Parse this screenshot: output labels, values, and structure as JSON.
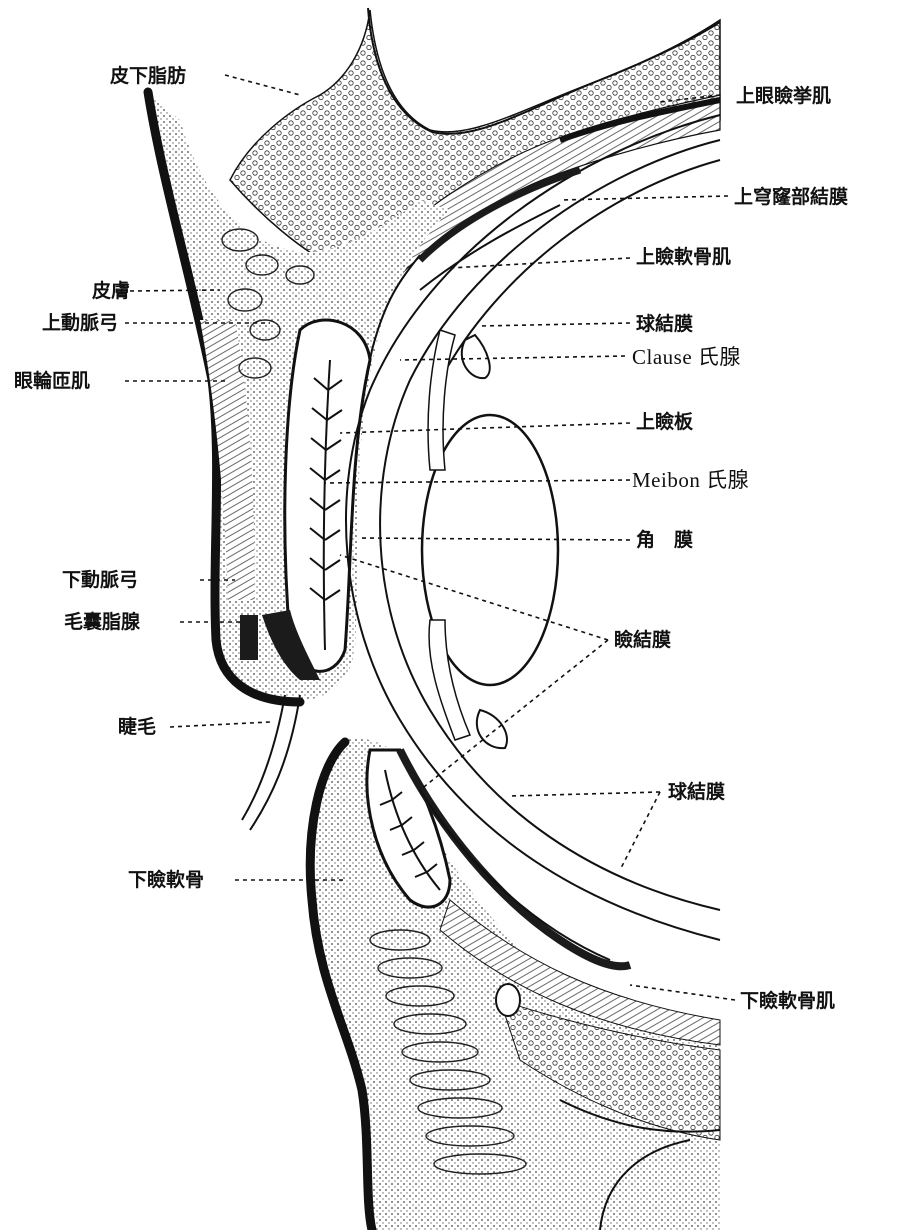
{
  "labels": {
    "subcutaneous_fat": "皮下脂肪",
    "levator_palpebrae": "上眼瞼挙肌",
    "upper_fornix_conjunctiva": "上穹窿部結膜",
    "upper_tarsal_muscle": "上瞼軟骨肌",
    "skin": "皮膚",
    "upper_arterial_arch": "上動脈弓",
    "orbicularis": "眼輪匝肌",
    "bulbar_conjunctiva_upper": "球結膜",
    "krause_gland": "Clause 氏腺",
    "upper_tarsus": "上瞼板",
    "meibomian_gland": "Meibon 氏腺",
    "cornea": "角　膜",
    "lower_arterial_arch": "下動脈弓",
    "follicle_gland": "毛囊脂腺",
    "palpebral_conjunctiva": "瞼結膜",
    "eyelashes": "睫毛",
    "bulbar_conjunctiva_lower": "球結膜",
    "lower_tarsus": "下瞼軟骨",
    "lower_tarsal_muscle": "下瞼軟骨肌"
  }
}
